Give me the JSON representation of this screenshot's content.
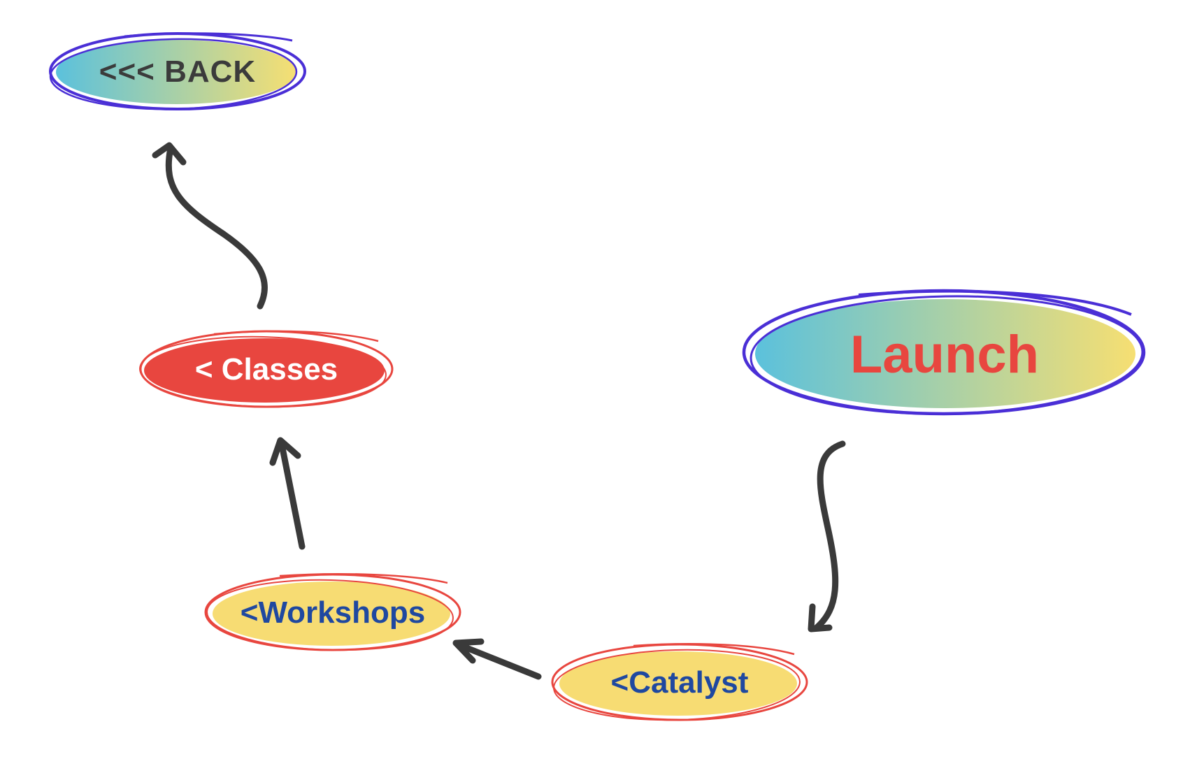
{
  "colors": {
    "blue_outline": "#4a2fd6",
    "red_outline": "#e8463f",
    "red_fill": "#e8463f",
    "yellow_fill": "#f7dc73",
    "gradient_start": "#5bc1dc",
    "gradient_end": "#f6df72",
    "dark_text": "#3b3b3b",
    "blue_text": "#1f48a0",
    "white_text": "#ffffff",
    "red_text": "#e8463f",
    "arrow": "#3a3a3a"
  },
  "nodes": {
    "back": {
      "label": "<<< BACK"
    },
    "classes": {
      "label": "< Classes"
    },
    "launch": {
      "label": "Launch"
    },
    "workshops": {
      "label": "<Workshops"
    },
    "catalyst": {
      "label": "<Catalyst"
    }
  }
}
